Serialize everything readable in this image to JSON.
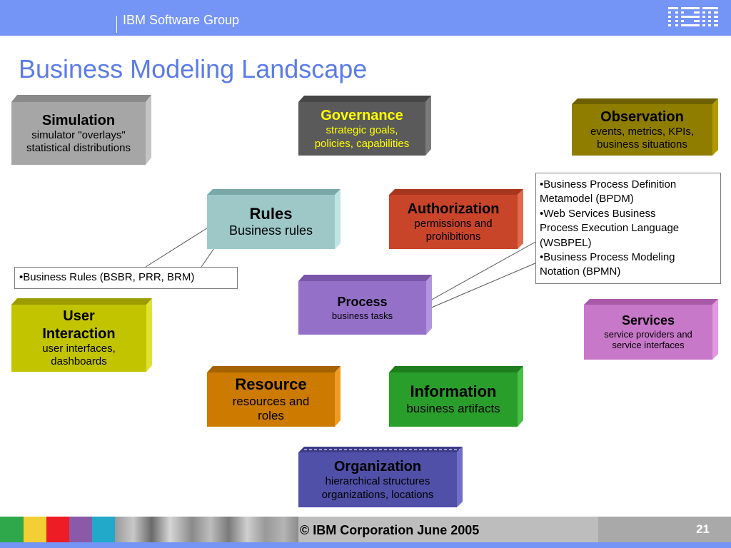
{
  "header": {
    "group_label": "IBM Software Group",
    "logo_text": "IBM"
  },
  "title": "Business Modeling Landscape",
  "boxes": {
    "simulation": {
      "title": "Simulation",
      "lines": [
        "simulator \"overlays\"",
        "statistical distributions"
      ]
    },
    "governance": {
      "title": "Governance",
      "lines": [
        "strategic goals,",
        "policies, capabilities"
      ]
    },
    "observation": {
      "title": "Observation",
      "lines": [
        "events, metrics, KPIs,",
        "business situations"
      ]
    },
    "rules": {
      "title": "Rules",
      "lines": [
        "Business rules"
      ]
    },
    "authorization": {
      "title": "Authorization",
      "lines": [
        "permissions and",
        "prohibitions"
      ]
    },
    "process": {
      "title": "Process",
      "lines": [
        "business tasks"
      ]
    },
    "user_interaction": {
      "title_lines": [
        "User",
        "Interaction"
      ],
      "lines": [
        "user interfaces,",
        "dashboards"
      ]
    },
    "services": {
      "title": "Services",
      "lines": [
        "service providers and",
        "service interfaces"
      ]
    },
    "resource": {
      "title": "Resource",
      "lines": [
        "resources and",
        "roles"
      ]
    },
    "information": {
      "title": "Information",
      "lines": [
        "business artifacts"
      ]
    },
    "organization": {
      "title": "Organization",
      "lines": [
        "hierarchical structures",
        "organizations, locations"
      ]
    }
  },
  "callouts": {
    "rules_note": "•Business Rules (BSBR, PRR, BRM)",
    "process_note": [
      "•Business Process Definition",
      "Metamodel (BPDM)",
      "•Web Services Business",
      "Process Execution Language",
      "(WSBPEL)",
      "•Business Process Modeling",
      "Notation (BPMN)"
    ]
  },
  "footer": {
    "copyright": "© IBM Corporation June 2005",
    "page_number": "21"
  },
  "colors": {
    "header_bg": "#7494f6",
    "title": "#5b7be8",
    "simulation": "#a6a6a6",
    "governance": "#5a5a5a",
    "observation": "#8f7d00",
    "rules": "#9ec8c8",
    "authorization": "#c9452a",
    "process": "#9470c8",
    "user_interaction": "#c2c400",
    "services": "#c878c8",
    "resource": "#cc7a00",
    "information": "#2a9e2a",
    "organization": "#5050a8",
    "governance_text": "#ffff00"
  }
}
